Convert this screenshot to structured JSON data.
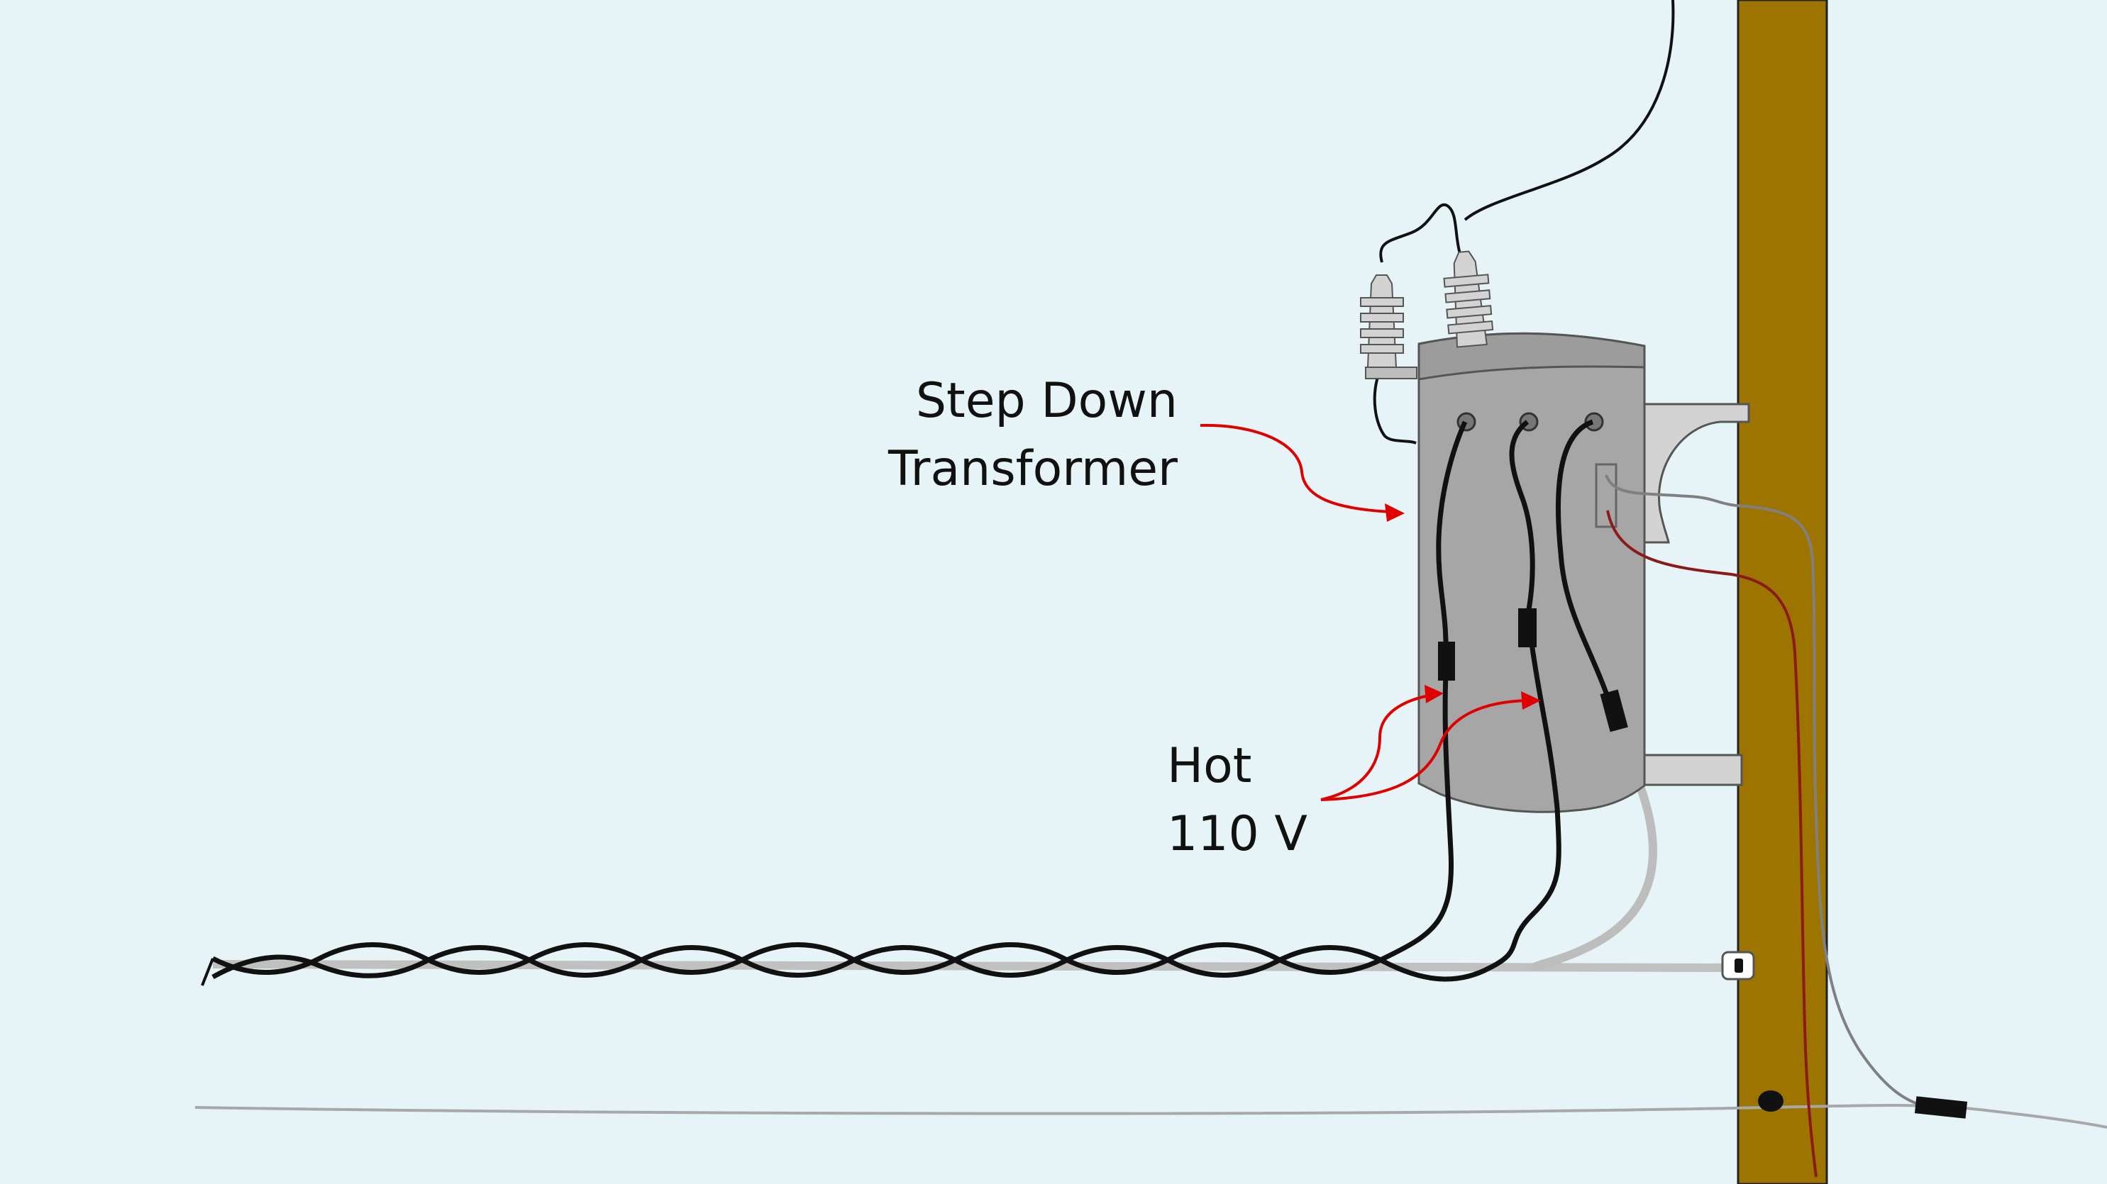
{
  "labels": {
    "transformer": [
      "Step Down",
      "Transformer"
    ],
    "hot": [
      "Hot",
      "110 V"
    ]
  },
  "colors": {
    "background": "#e6f4f8",
    "pole": "#9e7400",
    "transformer_body": "#a6a6a6",
    "insulator": "#d3d3d3",
    "hot_wire": "#111111",
    "neutral_wire": "#bdbdbd",
    "ground_wire": "#8b1a1a",
    "pointer_arrow": "#e00000"
  },
  "icons": [
    "transformer-bushing-icon",
    "splice-icon",
    "clamp-icon"
  ]
}
